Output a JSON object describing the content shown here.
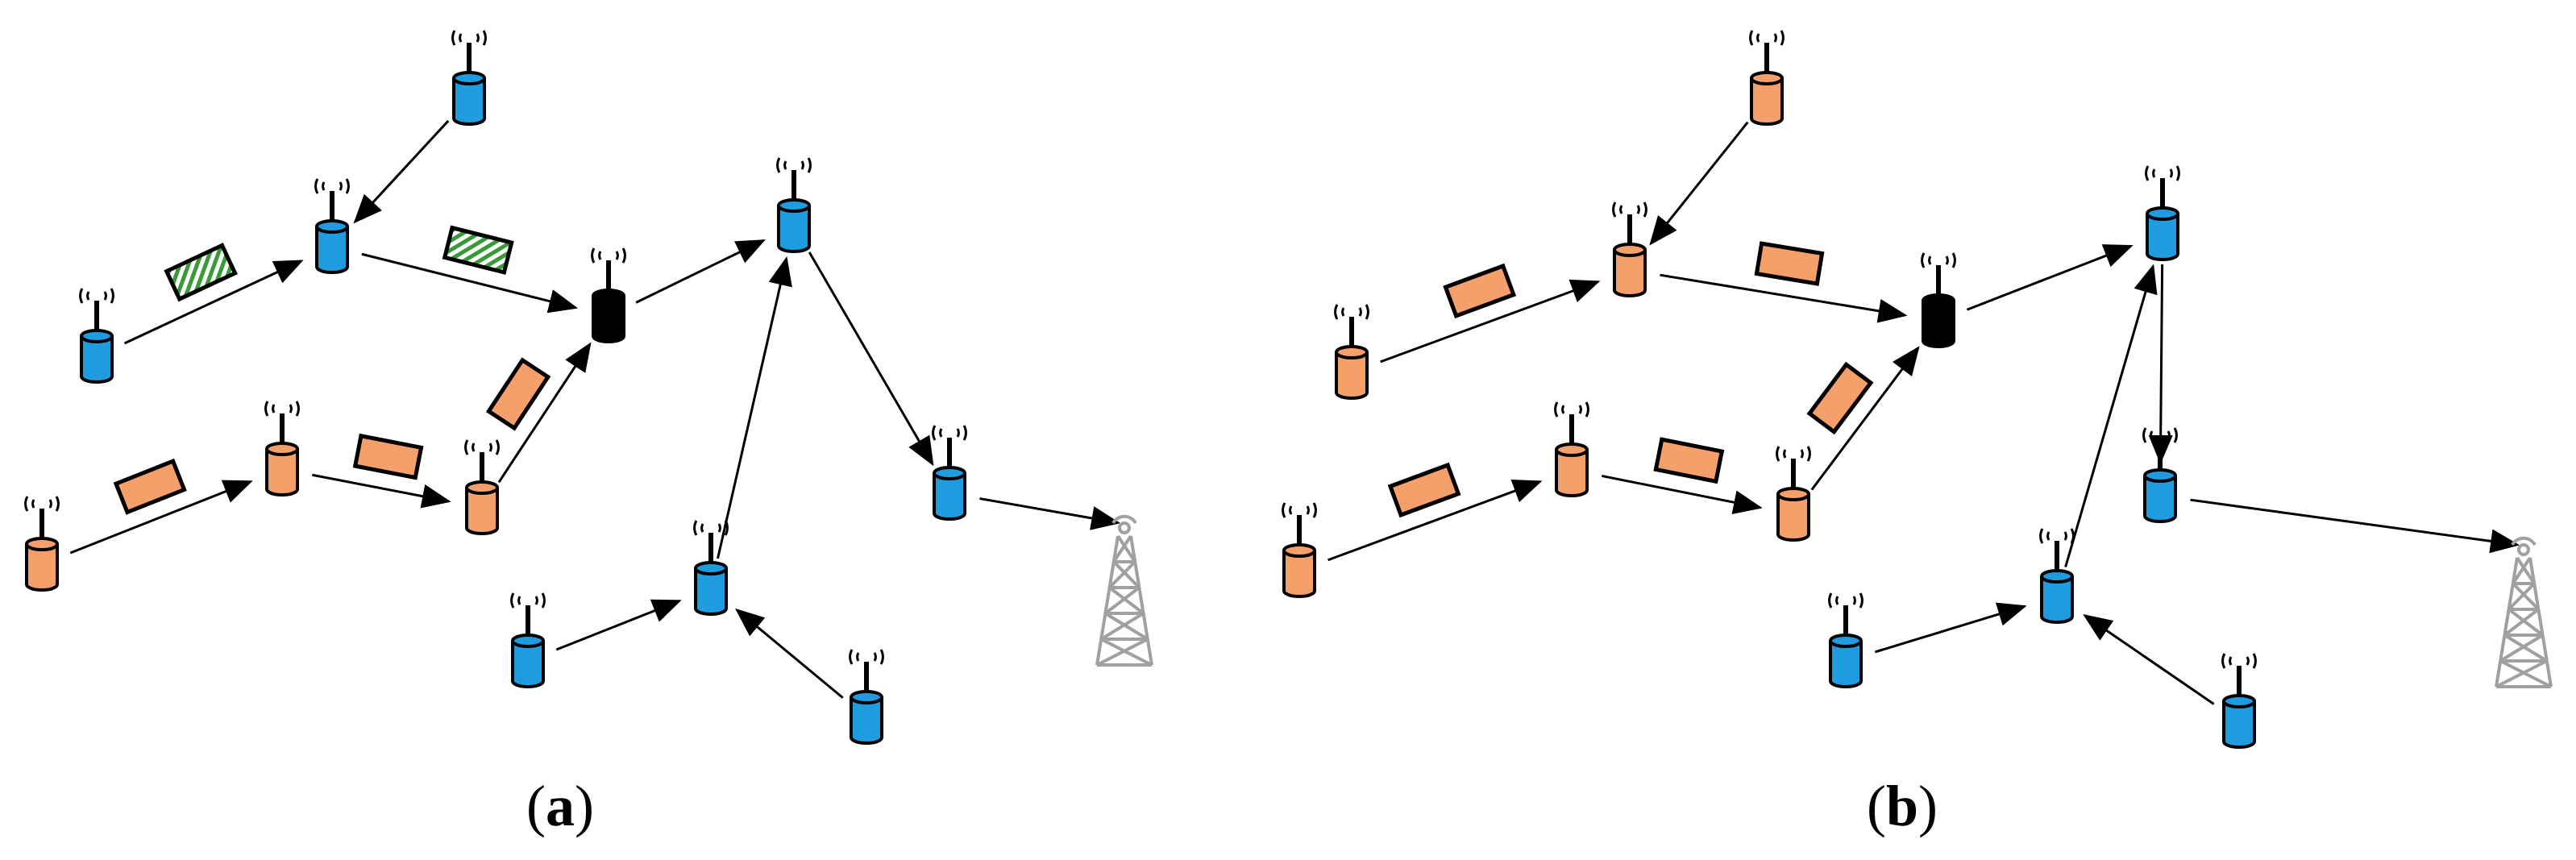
{
  "captions": {
    "a_open": "(",
    "a_letter": "a",
    "a_close": ")",
    "b_open": "(",
    "b_letter": "b",
    "b_close": ")"
  },
  "colors": {
    "blue_node": "#1f9be0",
    "orange_node": "#f5a06a",
    "black_node": "#000000",
    "packet_orange": "#f5a06a",
    "packet_green_stripe": "#3a9a3a",
    "tower": "#a0a0a0"
  },
  "icons": {
    "node": "sensor-node-icon",
    "tower": "base-station-tower-icon",
    "packet": "data-packet-icon"
  },
  "panels": [
    {
      "id": "a",
      "nodes": [
        {
          "id": "a-n1",
          "color": "blue"
        },
        {
          "id": "a-n2",
          "color": "blue"
        },
        {
          "id": "a-n3",
          "color": "blue"
        },
        {
          "id": "a-n4",
          "color": "black"
        },
        {
          "id": "a-n5",
          "color": "blue"
        },
        {
          "id": "a-n6",
          "color": "orange"
        },
        {
          "id": "a-n7",
          "color": "orange"
        },
        {
          "id": "a-n8",
          "color": "orange"
        },
        {
          "id": "a-n9",
          "color": "blue"
        },
        {
          "id": "a-n10",
          "color": "blue"
        },
        {
          "id": "a-n11",
          "color": "blue"
        },
        {
          "id": "a-n12",
          "color": "blue"
        }
      ],
      "packets": [
        "green",
        "green",
        "orange",
        "orange",
        "orange"
      ]
    },
    {
      "id": "b",
      "nodes": [
        {
          "id": "b-n1",
          "color": "orange"
        },
        {
          "id": "b-n2",
          "color": "orange"
        },
        {
          "id": "b-n3",
          "color": "orange"
        },
        {
          "id": "b-n4",
          "color": "black"
        },
        {
          "id": "b-n5",
          "color": "blue"
        },
        {
          "id": "b-n6",
          "color": "orange"
        },
        {
          "id": "b-n7",
          "color": "orange"
        },
        {
          "id": "b-n8",
          "color": "orange"
        },
        {
          "id": "b-n9",
          "color": "blue"
        },
        {
          "id": "b-n10",
          "color": "blue"
        },
        {
          "id": "b-n11",
          "color": "blue"
        },
        {
          "id": "b-n12",
          "color": "blue"
        }
      ],
      "packets": [
        "orange",
        "orange",
        "orange",
        "orange",
        "orange"
      ]
    }
  ]
}
